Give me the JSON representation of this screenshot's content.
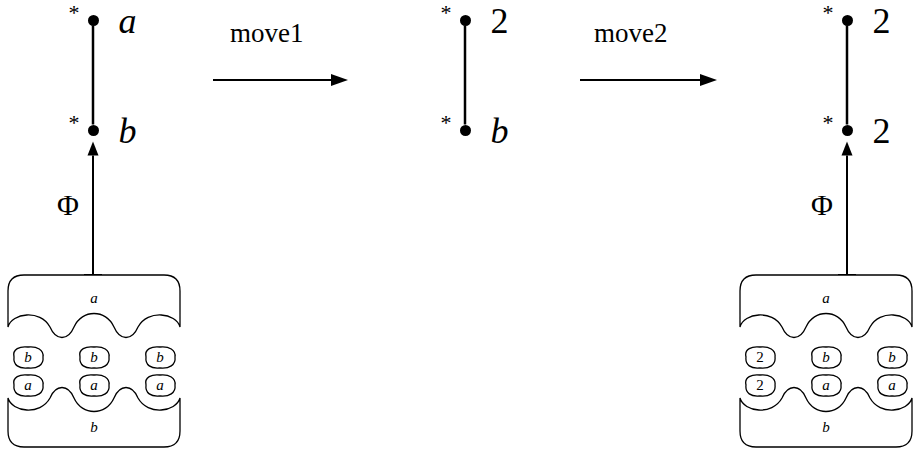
{
  "diagram": {
    "nodes": [
      {
        "text": [
          "*",
          "a"
        ]
      },
      {
        "text": [
          "*",
          "b"
        ]
      },
      {
        "text": [
          "*",
          "2"
        ]
      },
      {
        "text": [
          "*",
          "b"
        ]
      },
      {
        "text": [
          "*",
          "2"
        ]
      },
      {
        "text": [
          "*",
          "2"
        ]
      },
      {
        "text": [
          "a"
        ]
      },
      {
        "text": [
          "b"
        ]
      },
      {
        "text": [
          "b"
        ]
      },
      {
        "text": [
          "b"
        ]
      },
      {
        "text": [
          "a"
        ]
      },
      {
        "text": [
          "a"
        ]
      },
      {
        "text": [
          "a"
        ]
      },
      {
        "text": [
          "b"
        ]
      },
      {
        "text": [
          "a"
        ]
      },
      {
        "text": [
          "2"
        ]
      },
      {
        "text": [
          "b"
        ]
      },
      {
        "text": [
          "b"
        ]
      },
      {
        "text": [
          "2"
        ]
      },
      {
        "text": [
          "a"
        ]
      },
      {
        "text": [
          "a"
        ]
      },
      {
        "text": [
          "b"
        ]
      }
    ],
    "edges": [
      {
        "from": 0,
        "to": 1,
        "arrow": "none"
      },
      {
        "from": 2,
        "to": 3,
        "arrow": "none"
      },
      {
        "from": 4,
        "to": 5,
        "arrow": "none"
      },
      {
        "from": 6,
        "to": 1,
        "label": "Φ",
        "arrow": "to"
      },
      {
        "from": 14,
        "to": 5,
        "label": "Φ",
        "arrow": "to"
      }
    ],
    "labels": [
      "move1",
      "move2"
    ]
  }
}
